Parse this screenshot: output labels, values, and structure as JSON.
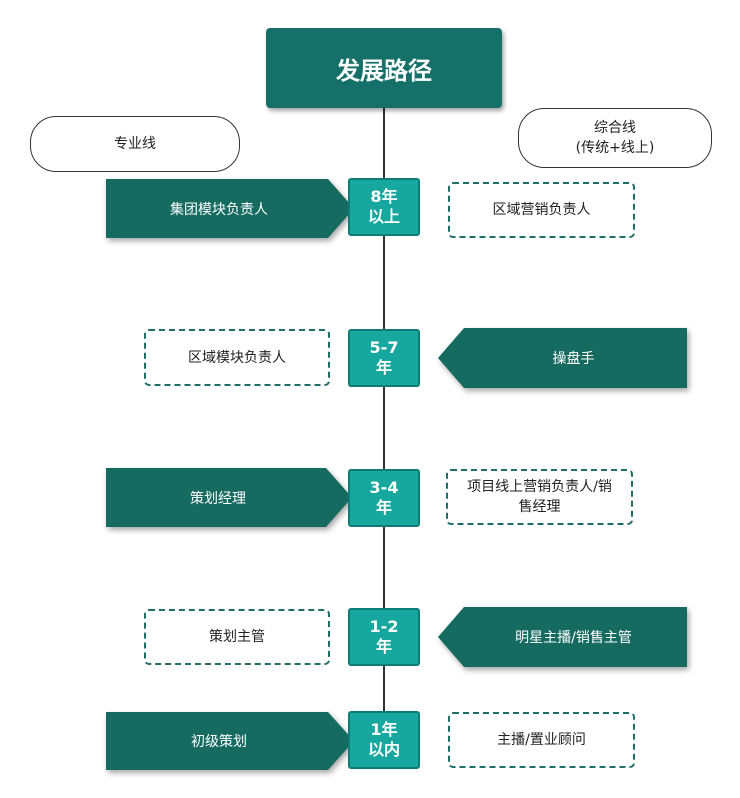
{
  "title": "发展路径",
  "tracks": {
    "left": "专业线",
    "right_line1": "综合线",
    "right_line2": "(传统+线上)"
  },
  "stages": [
    {
      "year_line1": "8年",
      "year_line2": "以上",
      "left": "集团模块负责人",
      "left_style": "solid",
      "right": "区域营销负责人",
      "right_style": "dashed"
    },
    {
      "year_line1": "5-7",
      "year_line2": "年",
      "left": "区域模块负责人",
      "left_style": "dashed",
      "right": "操盘手",
      "right_style": "solid"
    },
    {
      "year_line1": "3-4",
      "year_line2": "年",
      "left": "策划经理",
      "left_style": "solid",
      "right_line1": "项目线上营销负责人/销",
      "right_line2": "售经理",
      "right_style": "dashed"
    },
    {
      "year_line1": "1-2",
      "year_line2": "年",
      "left": "策划主管",
      "left_style": "dashed",
      "right": "明星主播/销售主管",
      "right_style": "solid"
    },
    {
      "year_line1": "1年",
      "year_line2": "以内",
      "left": "初级策划",
      "left_style": "solid",
      "right": "主播/置业顾问",
      "right_style": "dashed"
    }
  ],
  "colors": {
    "dark_teal": "#166b61",
    "year_teal": "#16a89f",
    "dashed_border": "#1f6e69"
  }
}
